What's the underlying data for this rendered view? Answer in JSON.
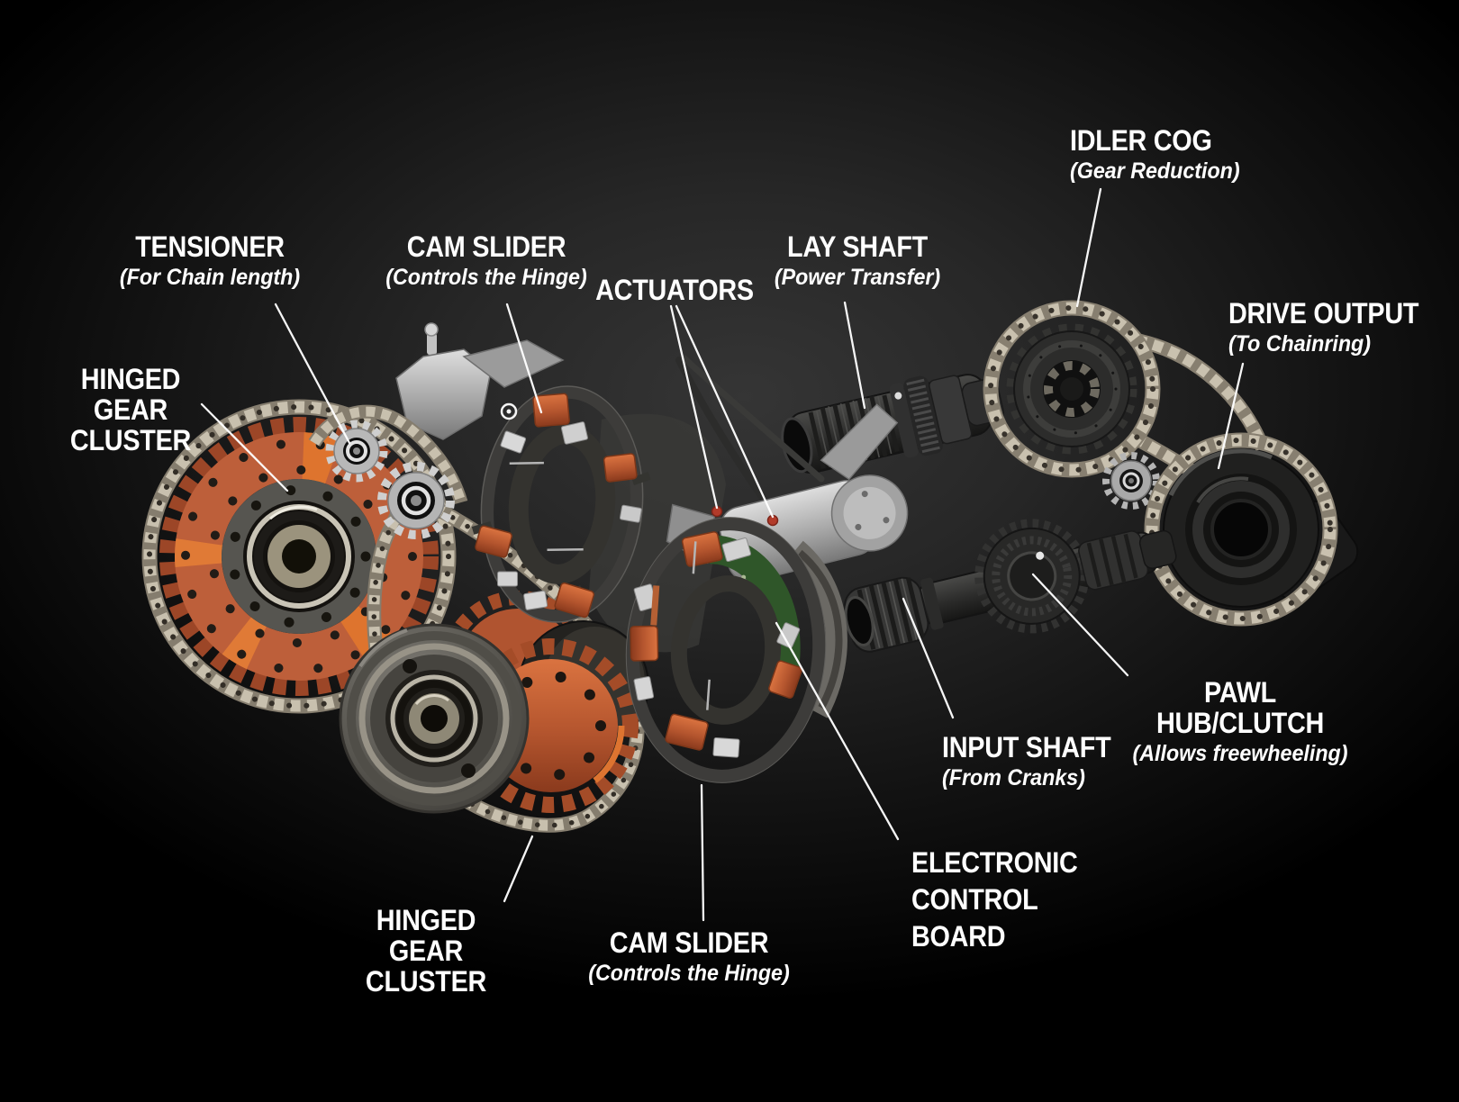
{
  "labels": {
    "hinged_gear_cluster_top": {
      "title": "HINGED GEAR CLUSTER",
      "subtitle": ""
    },
    "tensioner": {
      "title": "TENSIONER",
      "subtitle": "(For Chain length)"
    },
    "cam_slider_top": {
      "title": "CAM SLIDER",
      "subtitle": "(Controls the Hinge)"
    },
    "actuators": {
      "title": "ACTUATORS",
      "subtitle": ""
    },
    "lay_shaft": {
      "title": "LAY SHAFT",
      "subtitle": "(Power Transfer)"
    },
    "idler_cog": {
      "title": "IDLER COG",
      "subtitle": "(Gear Reduction)"
    },
    "drive_output": {
      "title": "DRIVE OUTPUT",
      "subtitle": "(To Chainring)"
    },
    "pawl_hub": {
      "title": "PAWL HUB/CLUTCH",
      "subtitle": "(Allows freewheeling)"
    },
    "input_shaft": {
      "title": "INPUT SHAFT",
      "subtitle": "(From Cranks)"
    },
    "electronic_control_board": {
      "title": "ELECTRONIC CONTROL BOARD",
      "subtitle": ""
    },
    "cam_slider_bottom": {
      "title": "CAM SLIDER",
      "subtitle": "(Controls the Hinge)"
    },
    "hinged_gear_cluster_bottom": {
      "title": "HINGED GEAR CLUSTER",
      "subtitle": ""
    }
  },
  "icons": {
    "floating_screw": "circled-dot"
  },
  "palette": {
    "background": "#000000",
    "glow": "#353535",
    "label_text": "#ffffff",
    "leader_line": "#ffffff",
    "accent_orange": "#c2633a",
    "bright_orange": "#e0762e",
    "chain_silver": "#c8c0ae",
    "metal_silver": "#b5b5b5",
    "dark_metal": "#2c2c2c",
    "pcb_green": "#2f5629",
    "red_pin": "#b23b2a"
  }
}
